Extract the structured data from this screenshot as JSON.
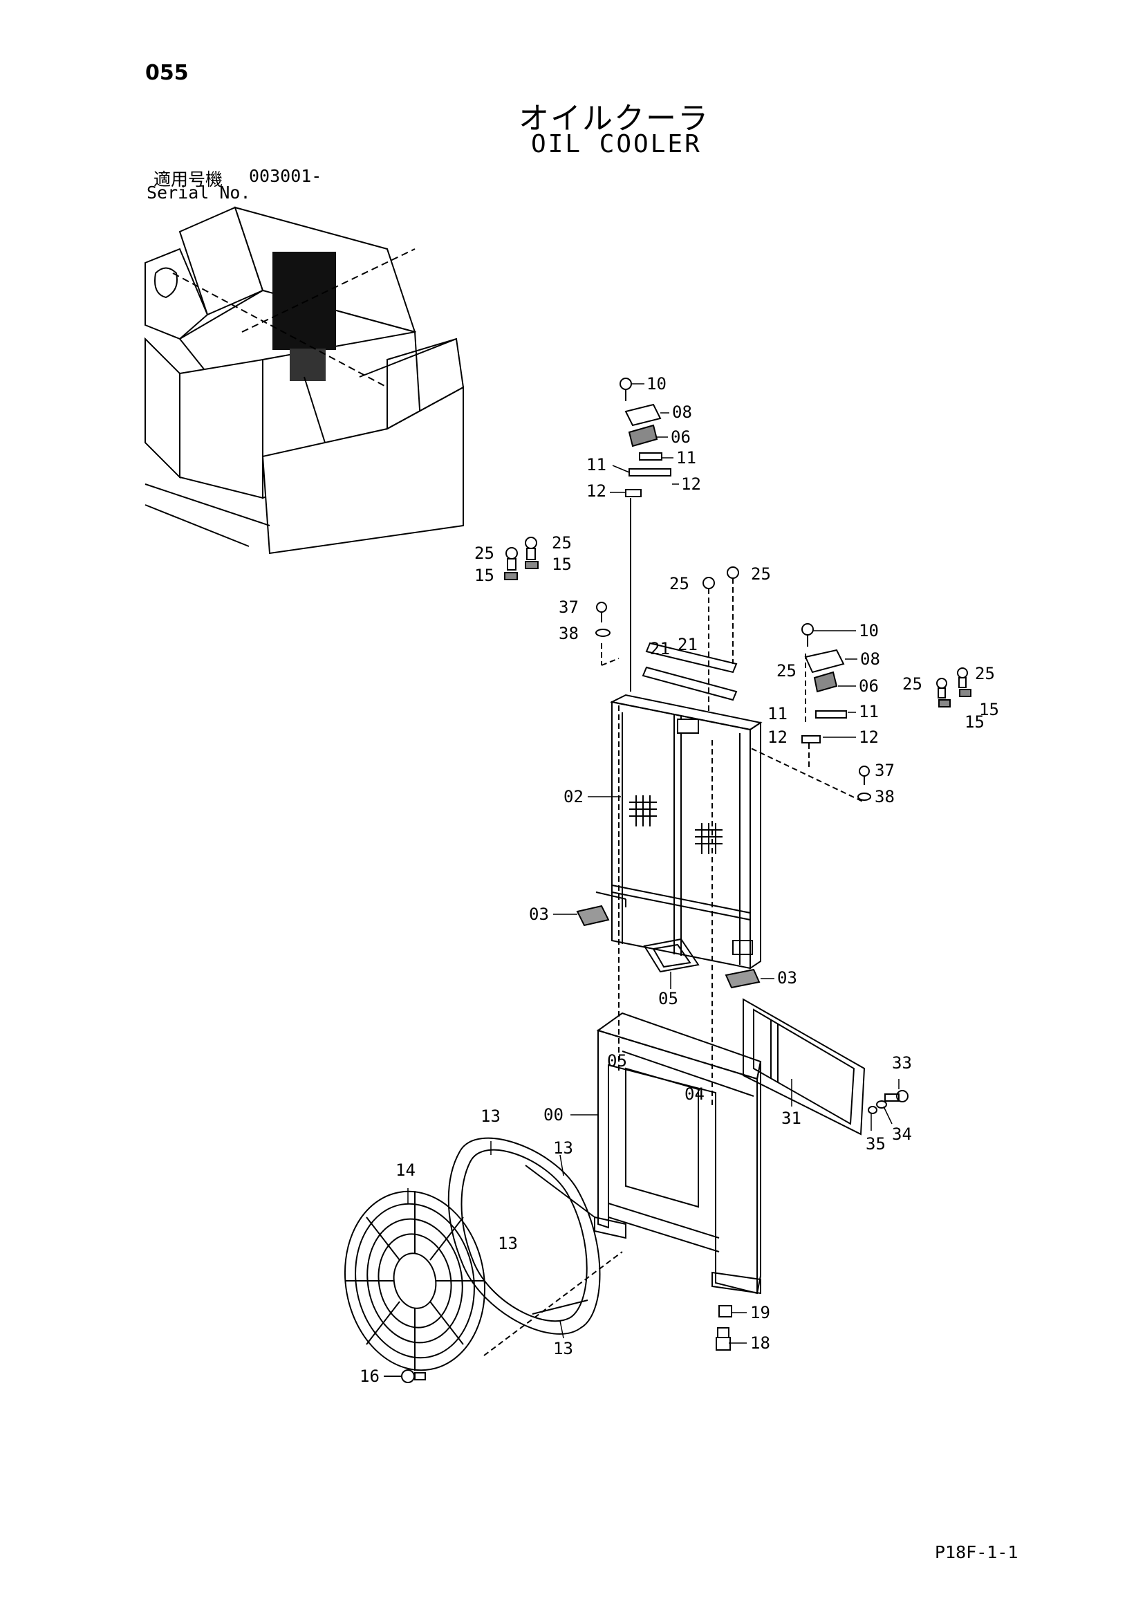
{
  "page": {
    "number": "055",
    "title_jp": "オイルクーラ",
    "title_en": "OIL COOLER",
    "serial_label_jp": "適用号機",
    "serial_value": "003001-",
    "serial_label_en": "Serial No.",
    "footer_code": "P18F-1-1"
  },
  "part_callouts": [
    "10",
    "08",
    "06",
    "11",
    "11",
    "12",
    "12",
    "25",
    "25",
    "15",
    "15",
    "25",
    "25",
    "37",
    "38",
    "21",
    "21",
    "10",
    "08",
    "25",
    "06",
    "11",
    "11",
    "12",
    "12",
    "25",
    "25",
    "15",
    "15",
    "37",
    "38",
    "02",
    "03",
    "03",
    "05",
    "05",
    "04",
    "00",
    "33",
    "31",
    "34",
    "35",
    "13",
    "13",
    "13",
    "13",
    "14",
    "19",
    "18",
    "16"
  ]
}
